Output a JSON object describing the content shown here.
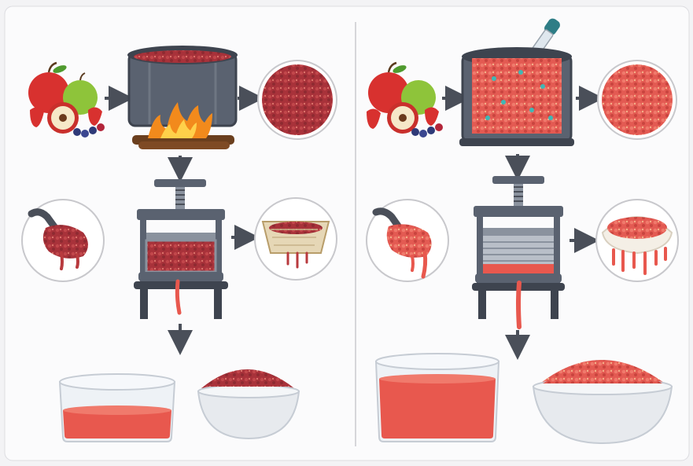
{
  "figure": {
    "caption": "",
    "panels": [
      {
        "id": "left",
        "steps": [
          {
            "name": "mixed-fruit",
            "icon": "fruit-icon"
          },
          {
            "name": "cooking-pot",
            "icon": "pot-over-fire-icon"
          },
          {
            "name": "cooked-pulp",
            "icon": "pulp-closeup-icon"
          },
          {
            "name": "mash-scoop",
            "icon": "scoop-icon"
          },
          {
            "name": "fruit-press",
            "icon": "screw-press-icon"
          },
          {
            "name": "strainer-basket",
            "icon": "basket-strainer-icon"
          },
          {
            "name": "juice-glass",
            "icon": "glass-icon"
          },
          {
            "name": "pomace-bowl",
            "icon": "bowl-icon"
          }
        ]
      },
      {
        "id": "right",
        "steps": [
          {
            "name": "mixed-fruit",
            "icon": "fruit-icon"
          },
          {
            "name": "enzyme-dropper",
            "icon": "dropper-icon"
          },
          {
            "name": "treated-mash-pot",
            "icon": "pot-icon"
          },
          {
            "name": "treated-pulp",
            "icon": "pulp-closeup-icon"
          },
          {
            "name": "mash-spoon",
            "icon": "spoon-icon"
          },
          {
            "name": "fruit-press",
            "icon": "screw-press-icon"
          },
          {
            "name": "cloth-strainer",
            "icon": "cloth-strainer-icon"
          },
          {
            "name": "juice-glass",
            "icon": "glass-icon"
          },
          {
            "name": "pomace-bowl",
            "icon": "bowl-icon"
          }
        ]
      }
    ],
    "colors": {
      "juice": "#e8584e",
      "pulp": "#b83a3e",
      "metal": "#5a6270",
      "metal_light": "#8a929e",
      "fire": "#f28a1c",
      "arrow": "#4a4f59"
    }
  }
}
